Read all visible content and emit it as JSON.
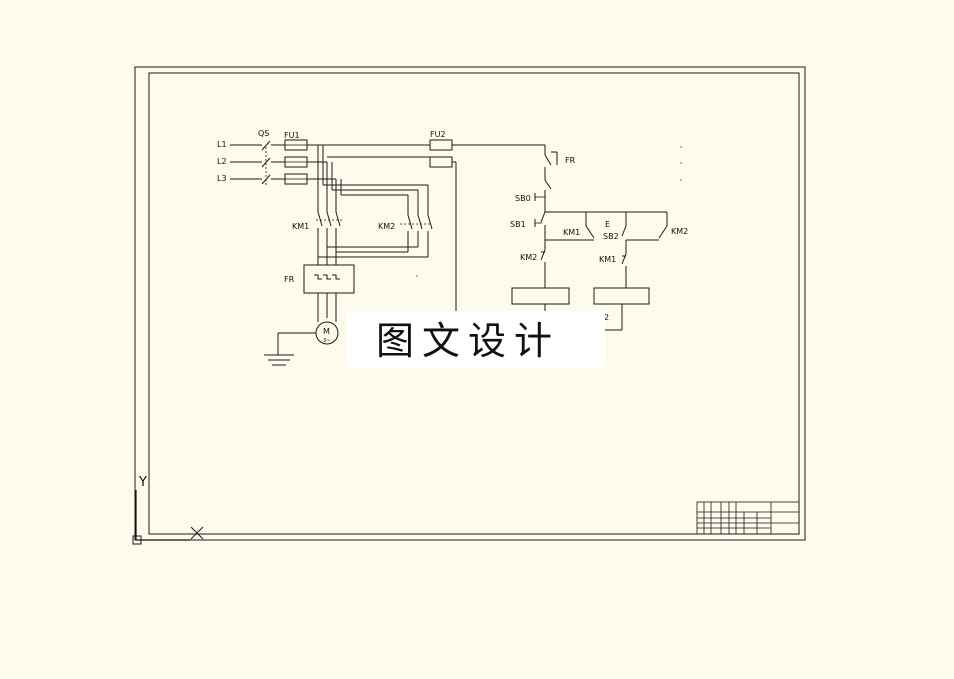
{
  "labels": {
    "l1": "L1",
    "l2": "L2",
    "l3": "L3",
    "qs": "QS",
    "fu1": "FU1",
    "fu2": "FU2",
    "km1_main": "KM1",
    "km2_main": "KM2",
    "fr_main": "FR",
    "motor": "M",
    "motor_sub": "3~",
    "fr_ctrl": "FR",
    "sb0": "SB0",
    "sb1": "SB1",
    "sb2": "SB2",
    "km1_hold": "KM1",
    "km2_hold": "KM2",
    "km2_interlock": "KM2",
    "km1_interlock": "KM1",
    "coil_num": "2"
  },
  "watermark": "图文设计",
  "ucs": {
    "y_axis": "Y"
  },
  "colors": {
    "background": "#fdfbeb",
    "line": "#1a1a1a",
    "watermark_bg": "#ffffff"
  }
}
